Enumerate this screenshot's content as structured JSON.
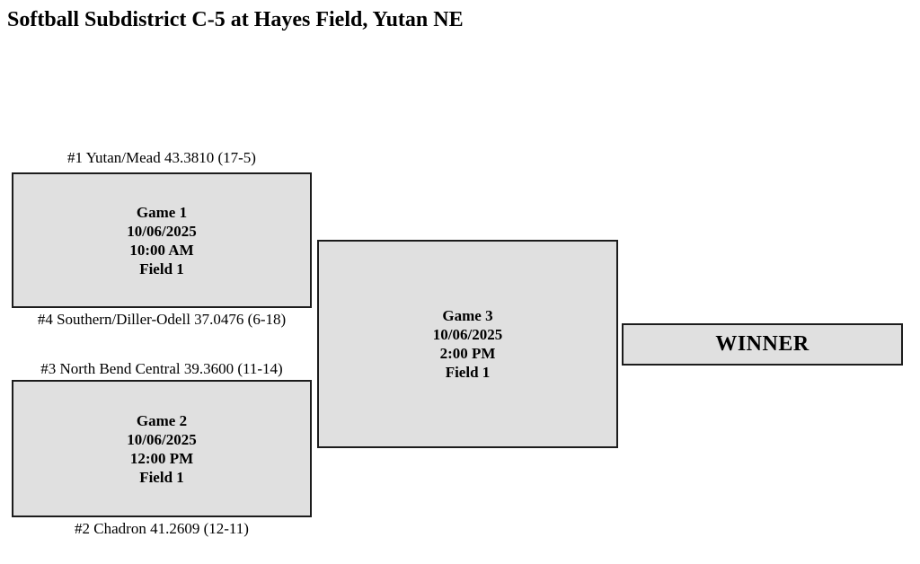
{
  "title": "Softball Subdistrict C-5 at Hayes Field, Yutan NE",
  "bracket": {
    "semifinals": [
      {
        "top_seed": "#1 Yutan/Mead 43.3810 (17-5)",
        "bottom_seed": "#4 Southern/Diller-Odell 37.0476 (6-18)",
        "game": {
          "name": "Game 1",
          "date": "10/06/2025",
          "time": "10:00 AM",
          "field": "Field 1"
        }
      },
      {
        "top_seed": "#3 North Bend Central 39.3600 (11-14)",
        "bottom_seed": "#2 Chadron 41.2609 (12-11)",
        "game": {
          "name": "Game 2",
          "date": "10/06/2025",
          "time": "12:00 PM",
          "field": "Field 1"
        }
      }
    ],
    "final": {
      "name": "Game 3",
      "date": "10/06/2025",
      "time": "2:00 PM",
      "field": "Field 1"
    },
    "winner_label": "WINNER"
  },
  "colors": {
    "box_fill": "#e0e0e0",
    "box_border": "#1c1c1c",
    "background": "#ffffff",
    "text": "#000000"
  }
}
